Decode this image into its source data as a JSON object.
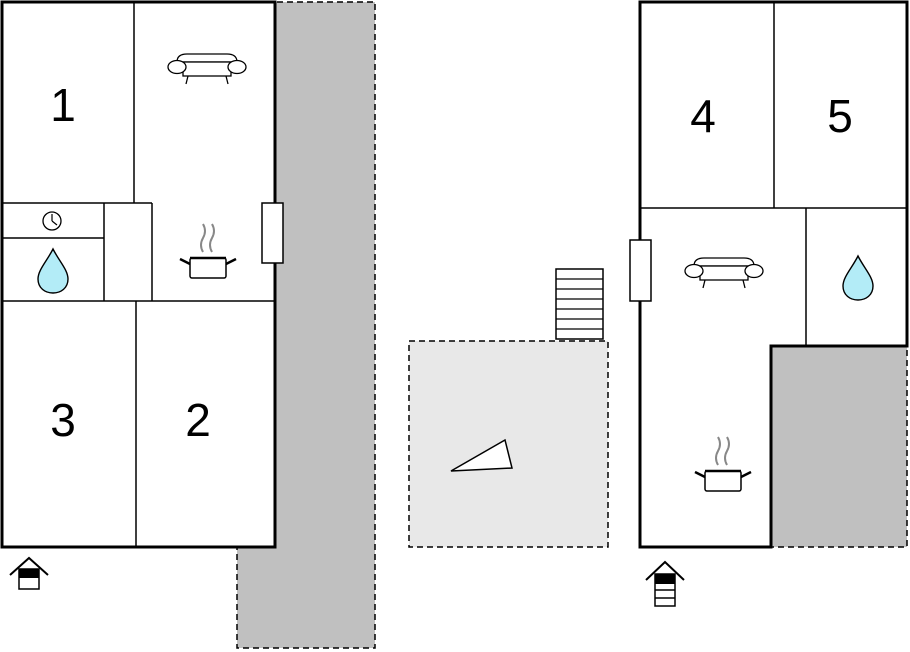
{
  "rooms": {
    "bedroom_1": "1",
    "bedroom_2": "2",
    "bedroom_3": "3",
    "bedroom_4": "4",
    "bedroom_5": "5"
  },
  "colors": {
    "wall": "#000000",
    "terrace": "#c0c0c0",
    "garden": "#e8e8e8",
    "water_drop": "#b3ecf7"
  },
  "icons": {
    "living_room": "sofa-icon",
    "kitchen": "cooking-pot-icon",
    "bathroom": "water-drop-icon",
    "boiler": "clock-icon",
    "entrance": "house-entrance-icon",
    "stairs": "stairs-icon",
    "garden_feature": "triangle-icon",
    "window": "window-icon"
  }
}
